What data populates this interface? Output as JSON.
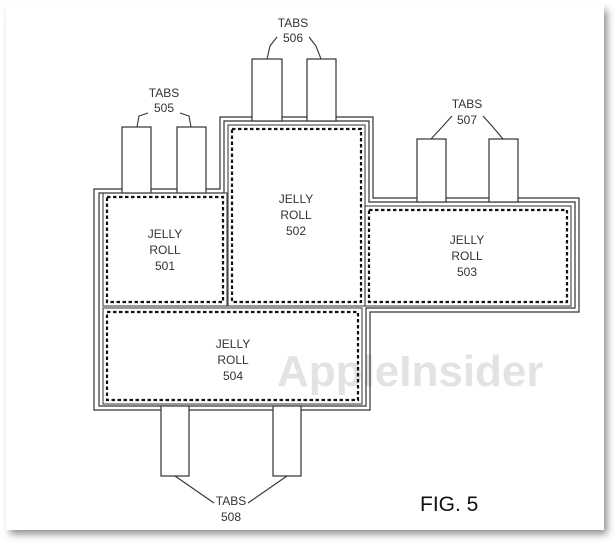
{
  "colors": {
    "line": "#333333",
    "watermark": "#e3e3e3",
    "page_shadow": "#8a8a8a"
  },
  "figure": {
    "label": "FIG. 5",
    "watermark": "AppleInsider"
  },
  "tab_groups": [
    {
      "id": "505",
      "line1": "TABS",
      "line2": "505"
    },
    {
      "id": "506",
      "line1": "TABS",
      "line2": "506"
    },
    {
      "id": "507",
      "line1": "TABS",
      "line2": "507"
    },
    {
      "id": "508",
      "line1": "TABS",
      "line2": "508"
    }
  ],
  "jelly_rolls": [
    {
      "id": "501",
      "line1": "JELLY",
      "line2": "ROLL",
      "line3": "501"
    },
    {
      "id": "502",
      "line1": "JELLY",
      "line2": "ROLL",
      "line3": "502"
    },
    {
      "id": "503",
      "line1": "JELLY",
      "line2": "ROLL",
      "line3": "503"
    },
    {
      "id": "504",
      "line1": "JELLY",
      "line2": "ROLL",
      "line3": "504"
    }
  ]
}
